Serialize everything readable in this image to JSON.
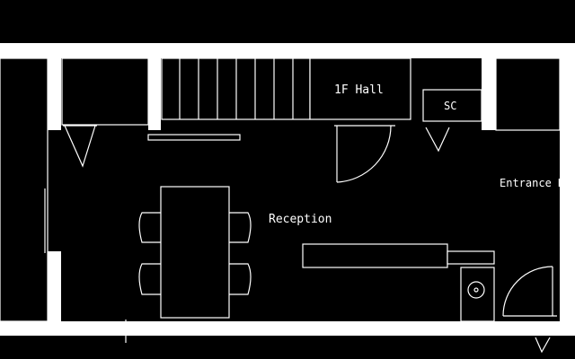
{
  "labels": {
    "hall": "1F Hall",
    "sc": "SC",
    "entrance": "Entrance H",
    "reception": "Reception"
  },
  "colors": {
    "background": "#000000",
    "lines": "#ffffff"
  }
}
